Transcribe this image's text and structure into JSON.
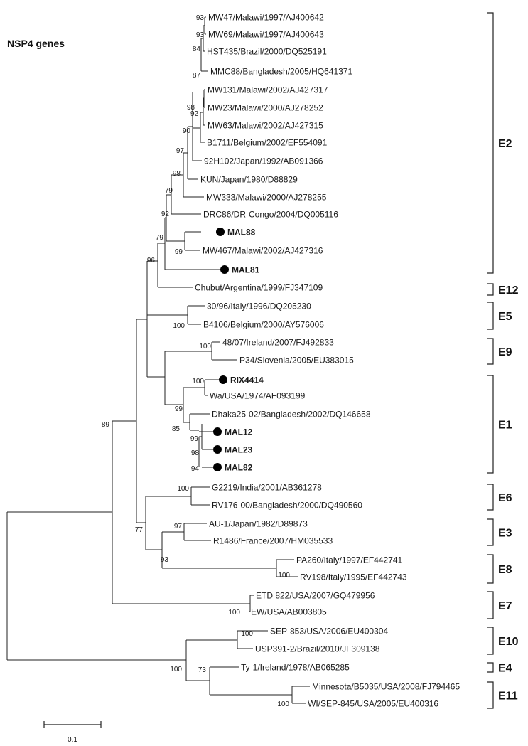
{
  "title": "NSP4  genes",
  "scale_bar": {
    "label": "0.1"
  },
  "leaves": [
    {
      "id": "mw47",
      "label": "MW47/Malawi/1997/AJ400642",
      "bold": false,
      "marker": false
    },
    {
      "id": "mw69",
      "label": "MW69/Malawi/1997/AJ400643",
      "bold": false,
      "marker": false
    },
    {
      "id": "hst435",
      "label": "HST435/Brazil/2000/DQ525191",
      "bold": false,
      "marker": false
    },
    {
      "id": "mmc88",
      "label": "MMC88/Bangladesh/2005/HQ641371",
      "bold": false,
      "marker": false
    },
    {
      "id": "mw131",
      "label": "MW131/Malawi/2002/AJ427317",
      "bold": false,
      "marker": false
    },
    {
      "id": "mw23",
      "label": "MW23/Malawi/2000/AJ278252",
      "bold": false,
      "marker": false
    },
    {
      "id": "mw63",
      "label": "MW63/Malawi/2002/AJ427315",
      "bold": false,
      "marker": false
    },
    {
      "id": "b1711",
      "label": "B1711/Belgium/2002/EF554091",
      "bold": false,
      "marker": false
    },
    {
      "id": "h92102",
      "label": "92H102/Japan/1992/AB091366",
      "bold": false,
      "marker": false
    },
    {
      "id": "kun",
      "label": "KUN/Japan/1980/D88829",
      "bold": false,
      "marker": false
    },
    {
      "id": "mw333",
      "label": "MW333/Malawi/2000/AJ278255",
      "bold": false,
      "marker": false
    },
    {
      "id": "drc86",
      "label": "DRC86/DR-Congo/2004/DQ005116",
      "bold": false,
      "marker": false
    },
    {
      "id": "mal88",
      "label": "MAL88",
      "bold": true,
      "marker": true
    },
    {
      "id": "mw467",
      "label": "MW467/Malawi/2002/AJ427316",
      "bold": false,
      "marker": false
    },
    {
      "id": "mal81",
      "label": "MAL81",
      "bold": true,
      "marker": true
    },
    {
      "id": "chubut",
      "label": "Chubut/Argentina/1999/FJ347109",
      "bold": false,
      "marker": false
    },
    {
      "id": "i3096",
      "label": "30/96/Italy/1996/DQ205230",
      "bold": false,
      "marker": false
    },
    {
      "id": "b4106",
      "label": "B4106/Belgium/2000/AY576006",
      "bold": false,
      "marker": false
    },
    {
      "id": "i4807",
      "label": "48/07/Ireland/2007/FJ492833",
      "bold": false,
      "marker": false
    },
    {
      "id": "p34",
      "label": "P34/Slovenia/2005/EU383015",
      "bold": false,
      "marker": false
    },
    {
      "id": "rix",
      "label": "RIX4414",
      "bold": true,
      "marker": true
    },
    {
      "id": "wa",
      "label": "Wa/USA/1974/AF093199",
      "bold": false,
      "marker": false
    },
    {
      "id": "dhaka",
      "label": "Dhaka25-02/Bangladesh/2002/DQ146658",
      "bold": false,
      "marker": false
    },
    {
      "id": "mal12",
      "label": "MAL12",
      "bold": true,
      "marker": true
    },
    {
      "id": "mal23",
      "label": "MAL23",
      "bold": true,
      "marker": true
    },
    {
      "id": "mal82",
      "label": "MAL82",
      "bold": true,
      "marker": true
    },
    {
      "id": "g2219",
      "label": "G2219/India/2001/AB361278",
      "bold": false,
      "marker": false
    },
    {
      "id": "rv176",
      "label": "RV176-00/Bangladesh/2000/DQ490560",
      "bold": false,
      "marker": false
    },
    {
      "id": "au1",
      "label": "AU-1/Japan/1982/D89873",
      "bold": false,
      "marker": false
    },
    {
      "id": "r1486",
      "label": "R1486/France/2007/HM035533",
      "bold": false,
      "marker": false
    },
    {
      "id": "pa260",
      "label": "PA260/Italy/1997/EF442741",
      "bold": false,
      "marker": false
    },
    {
      "id": "rv198",
      "label": "RV198/Italy/1995/EF442743",
      "bold": false,
      "marker": false
    },
    {
      "id": "etd822",
      "label": "ETD 822/USA/2007/GQ479956",
      "bold": false,
      "marker": false
    },
    {
      "id": "ew",
      "label": "EW/USA/AB003805",
      "bold": false,
      "marker": false
    },
    {
      "id": "sep853",
      "label": "SEP-853/USA/2006/EU400304",
      "bold": false,
      "marker": false
    },
    {
      "id": "usp391",
      "label": "USP391-2/Brazil/2010/JF309138",
      "bold": false,
      "marker": false
    },
    {
      "id": "ty1",
      "label": "Ty-1/Ireland/1978/AB065285",
      "bold": false,
      "marker": false
    },
    {
      "id": "minn",
      "label": "Minnesota/B5035/USA/2008/FJ794465",
      "bold": false,
      "marker": false
    },
    {
      "id": "wisep",
      "label": "WI/SEP-845/USA/2005/EU400316",
      "bold": false,
      "marker": false
    }
  ],
  "bootstrap": [
    "93",
    "93",
    "84",
    "87",
    "98",
    "92",
    "90",
    "97",
    "98",
    "79",
    "92",
    "79",
    "99",
    "96",
    "100",
    "100",
    "100",
    "99",
    "99",
    "98",
    "94",
    "85",
    "100",
    "97",
    "93",
    "77",
    "100",
    "100",
    "89",
    "100",
    "100",
    "73",
    "100"
  ],
  "genotype_groups": [
    "E2",
    "E12",
    "E5",
    "E9",
    "E1",
    "E6",
    "E3",
    "E8",
    "E7",
    "E10",
    "E4",
    "E11"
  ]
}
